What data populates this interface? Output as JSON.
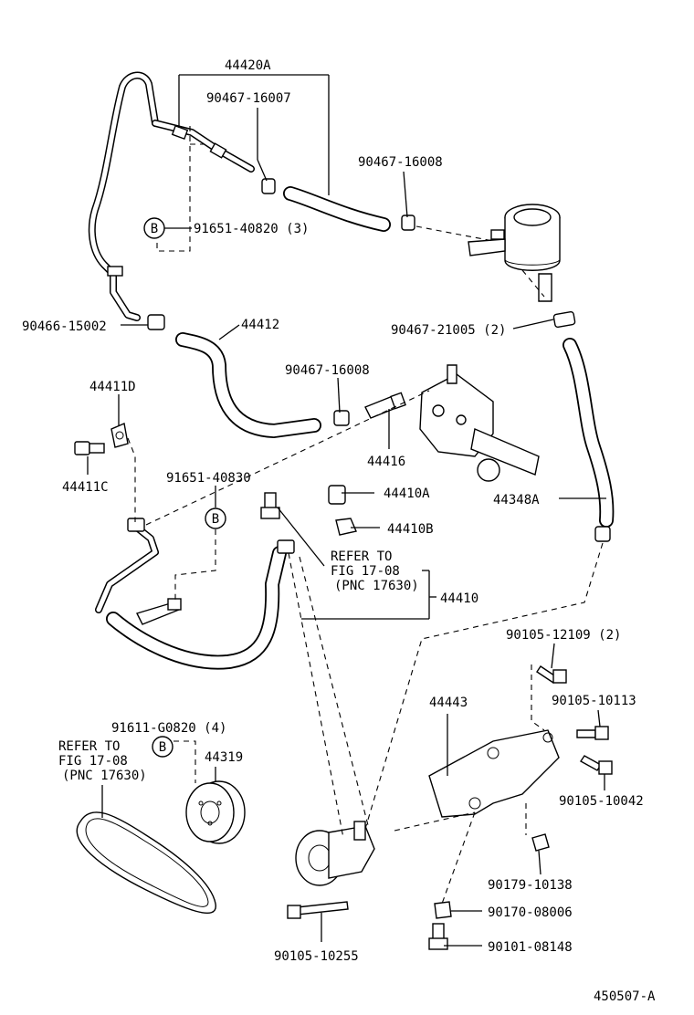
{
  "labels": {
    "l44420A": "44420A",
    "l9046716007": "90467-16007",
    "l9046716008a": "90467-16008",
    "l9165140820": "91651-40820 (3)",
    "l9046615002": "90466-15002",
    "l44412": "44412",
    "l9046721005": "90467-21005 (2)",
    "l9046716008b": "90467-16008",
    "l44411D": "44411D",
    "l44416": "44416",
    "l44411C": "44411C",
    "l9165140830": "91651-40830",
    "l44410A": "44410A",
    "l44348A": "44348A",
    "l44410B": "44410B",
    "refer1a": "REFER TO",
    "refer1b": "FIG 17-08",
    "refer1c": "(PNC 17630)",
    "l44410": "44410",
    "l9010512109": "90105-12109 (2)",
    "l44443": "44443",
    "l9010510113": "90105-10113",
    "l91611G0820": "91611-G0820 (4)",
    "refer2a": "REFER TO",
    "refer2b": "FIG 17-08",
    "refer2c": "(PNC 17630)",
    "l44319": "44319",
    "l9010510042": "90105-10042",
    "l9017910138": "90179-10138",
    "l9017008006": "90170-08006",
    "l9010108148": "90101-08148",
    "l9010510255": "90105-10255",
    "figid": "450507-A",
    "badgeB": "B"
  }
}
